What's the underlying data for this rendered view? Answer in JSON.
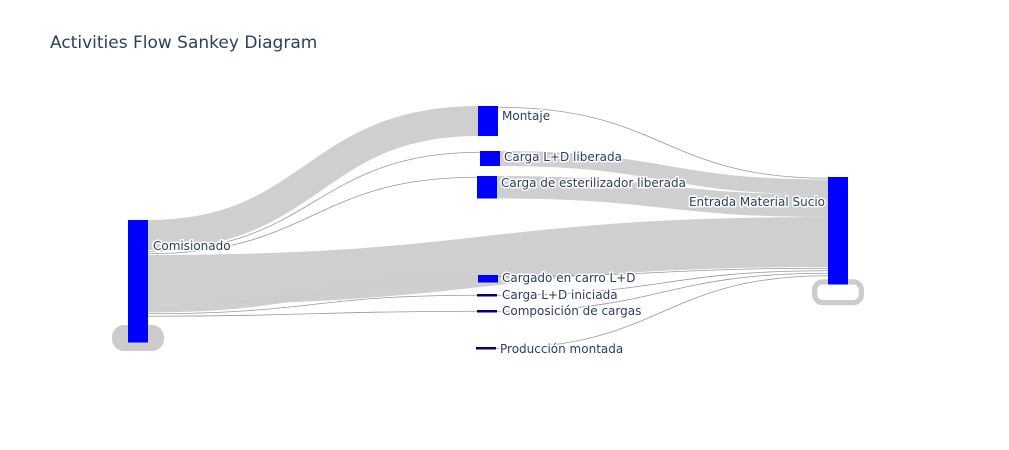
{
  "title": "Activities Flow Sankey Diagram",
  "chart_data": {
    "type": "sankey",
    "title": "Activities Flow Sankey Diagram",
    "node_color": "#0000ff",
    "link_color": "#cccccc",
    "link_line_color": "#999999",
    "nodes": [
      {
        "id": "comisionado",
        "label": "Comisionado"
      },
      {
        "id": "montaje",
        "label": "Montaje"
      },
      {
        "id": "carga_ld_liberada",
        "label": "Carga L+D liberada"
      },
      {
        "id": "carga_esterilizador_liberada",
        "label": "Carga de esterilizador liberada"
      },
      {
        "id": "cargado_carro_ld",
        "label": "Cargado en carro L+D"
      },
      {
        "id": "carga_ld_iniciada",
        "label": "Carga L+D iniciada"
      },
      {
        "id": "composicion_cargas",
        "label": "Composición de cargas"
      },
      {
        "id": "produccion_montada",
        "label": "Producción montada"
      },
      {
        "id": "entrada_material_sucio",
        "label": "Entrada Material Sucio"
      }
    ],
    "links": [
      {
        "source": "comisionado",
        "target": "comisionado",
        "value": 10
      },
      {
        "source": "comisionado",
        "target": "montaje",
        "value": 12
      },
      {
        "source": "comisionado",
        "target": "carga_ld_liberada",
        "value": 1
      },
      {
        "source": "comisionado",
        "target": "carga_esterilizador_liberada",
        "value": 1
      },
      {
        "source": "comisionado",
        "target": "entrada_material_sucio",
        "value": 20
      },
      {
        "source": "comisionado",
        "target": "cargado_carro_ld",
        "value": 3
      },
      {
        "source": "comisionado",
        "target": "carga_ld_iniciada",
        "value": 1
      },
      {
        "source": "comisionado",
        "target": "composicion_cargas",
        "value": 1
      },
      {
        "source": "montaje",
        "target": "entrada_material_sucio",
        "value": 1
      },
      {
        "source": "carga_ld_liberada",
        "target": "entrada_material_sucio",
        "value": 6
      },
      {
        "source": "carga_esterilizador_liberada",
        "target": "entrada_material_sucio",
        "value": 9
      },
      {
        "source": "cargado_carro_ld",
        "target": "entrada_material_sucio",
        "value": 1
      },
      {
        "source": "carga_ld_iniciada",
        "target": "entrada_material_sucio",
        "value": 1
      },
      {
        "source": "composicion_cargas",
        "target": "entrada_material_sucio",
        "value": 1
      },
      {
        "source": "produccion_montada",
        "target": "entrada_material_sucio",
        "value": 1
      },
      {
        "source": "entrada_material_sucio",
        "target": "entrada_material_sucio",
        "value": 3
      }
    ]
  }
}
